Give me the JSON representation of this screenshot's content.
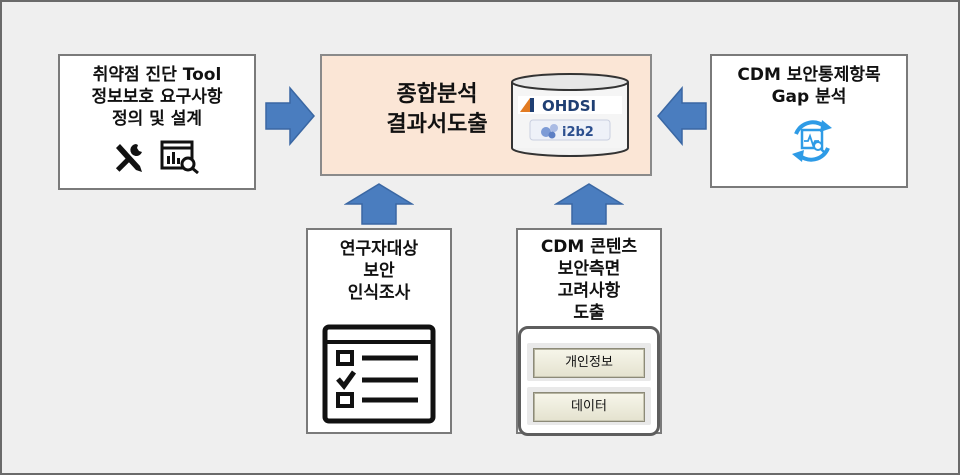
{
  "left_box": {
    "lines": [
      "취약점 진단 Tool",
      "정보보호 요구사항",
      "정의 및 설계"
    ],
    "icons": [
      "tools-icon",
      "chart-search-icon"
    ]
  },
  "center_box": {
    "lines": [
      "종합분석",
      "결과서도출"
    ],
    "db_labels": [
      "OHDSI",
      "i2b2"
    ]
  },
  "right_box": {
    "lines": [
      "CDM 보안통제항목",
      "Gap 분석"
    ],
    "icons": [
      "refresh-search-icon"
    ]
  },
  "bottom_left_box": {
    "lines": [
      "연구자대상",
      "보안",
      "인식조사"
    ],
    "icons": [
      "checklist-icon"
    ]
  },
  "bottom_right_box": {
    "lines": [
      "CDM 콘텐츠",
      "보안측면",
      "고려사항",
      "도출"
    ],
    "buttons": [
      "개인정보",
      "데이터"
    ]
  },
  "colors": {
    "arrow": "#4a7dbf",
    "center_fill": "#fbe6d6",
    "refresh_icon": "#2e9be6"
  }
}
